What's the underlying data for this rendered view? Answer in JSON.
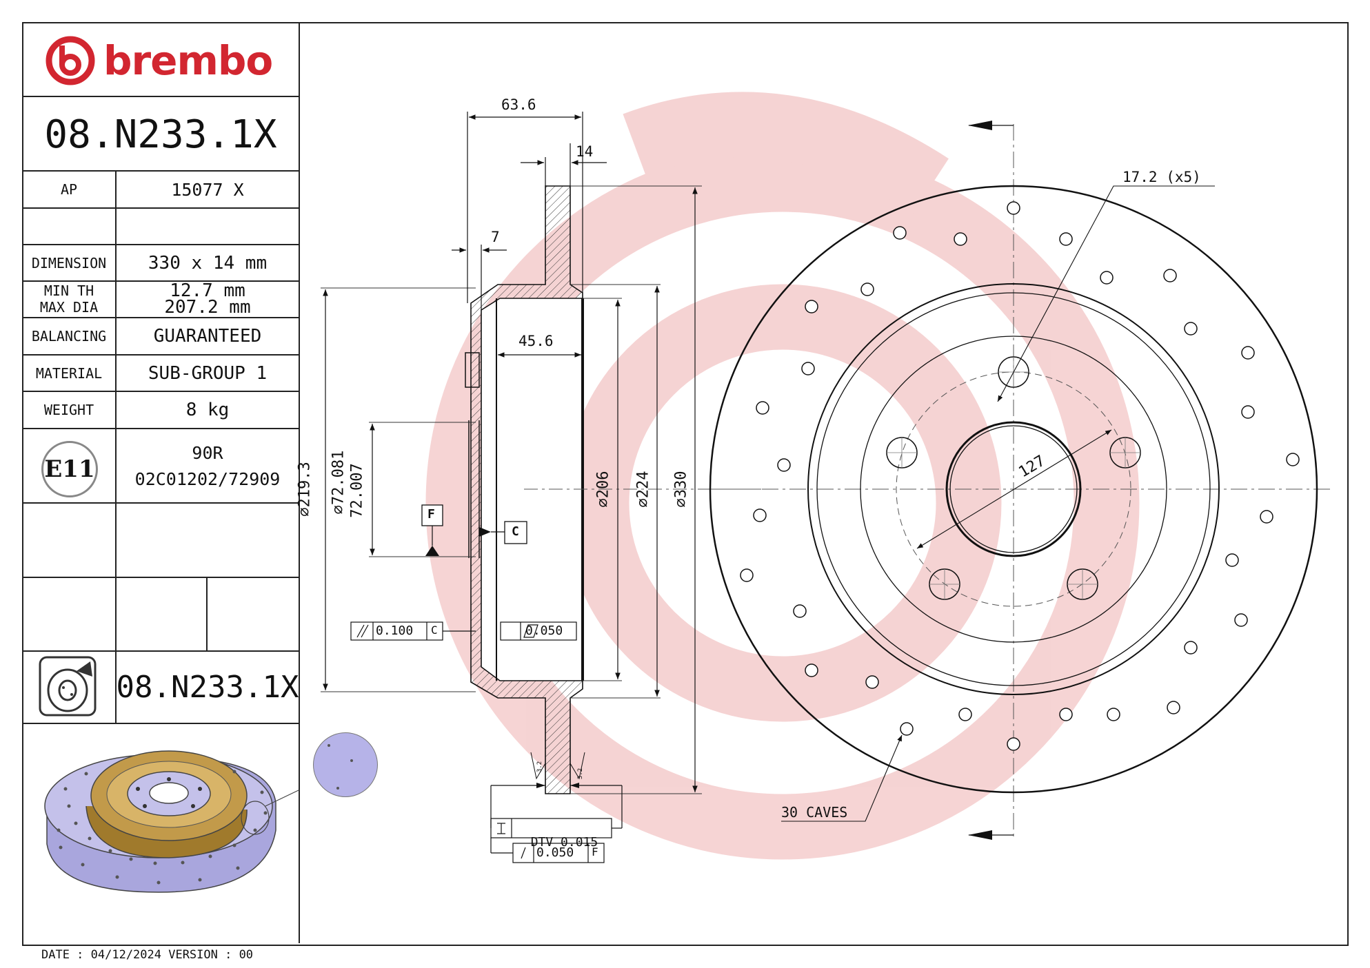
{
  "brand": {
    "name": "brembo",
    "color": "#d22630"
  },
  "header": {
    "part_number": "08.N233.1X"
  },
  "specs": {
    "ap_label": "AP",
    "ap_value": "15077 X",
    "dimension_label": "DIMENSION",
    "dimension_value": "330 x 14 mm",
    "min_th_label": "MIN TH",
    "min_th_value": "12.7 mm",
    "max_dia_label": "MAX DIA",
    "max_dia_value": "207.2 mm",
    "balancing_label": "BALANCING",
    "balancing_value": "GUARANTEED",
    "material_label": "MATERIAL",
    "material_value": "SUB-GROUP 1",
    "weight_label": "WEIGHT",
    "weight_value": "8 kg",
    "approval_mark": "E11",
    "approval_code": "90R",
    "approval_number": "02C01202/72909"
  },
  "product_icon": "brake-disc-icon",
  "footer_part_number": "08.N233.1X",
  "footer": {
    "date_line": "DATE : 04/12/2024 VERSION : 00"
  },
  "section_view": {
    "dim_overall_width": "63.6",
    "dim_thickness": "14",
    "dim_flange": "7",
    "dim_hat_depth": "45.6",
    "dia_bolt_circle": "219.3",
    "dia_center_bore_max": "72.081",
    "dia_center_bore_min": "72.007",
    "dia_inner": "206",
    "dia_hat": "224",
    "dia_outer": "330",
    "datum_f": "F",
    "datum_c": "C",
    "tol_parallel_value": "0.100",
    "tol_parallel_ref": "C",
    "tol_flat_value": "0.050",
    "surface_finish_left": "3.2",
    "surface_finish_right": "3.2",
    "dtv_label": "DTV",
    "dtv_value": "0.015",
    "runout_value": "0.050",
    "runout_ref": "F"
  },
  "front_view": {
    "hole_callout": "17.2 (x5)",
    "pcd": "127",
    "caves_callout": "30 CAVES"
  }
}
